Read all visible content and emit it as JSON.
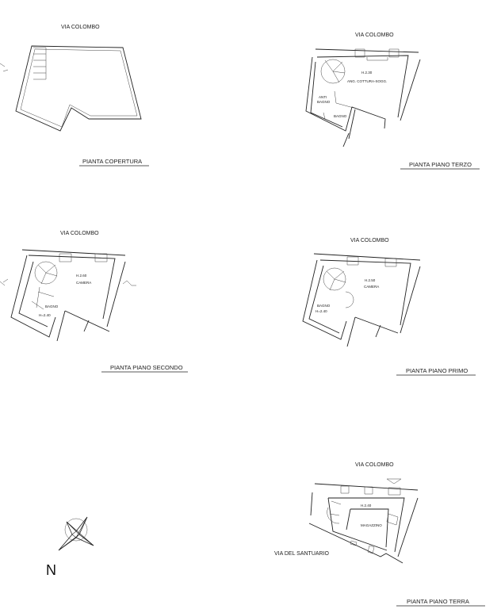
{
  "plans": {
    "copertura": {
      "street": "VIA COLOMBO",
      "title": "PIANTA COPERTURA"
    },
    "terzo": {
      "street": "VIA COLOMBO",
      "title": "PIANTA PIANO TERZO",
      "height": "H.2.30",
      "room": "ANG. COTTURA-SOGG.",
      "anti": "ANTI",
      "anti2": "BAGNO",
      "bagno": "BAGNO"
    },
    "secondo": {
      "street": "VIA COLOMBO",
      "title": "PIANTA PIANO SECONDO",
      "height": "H.2.60",
      "room": "CAMERA",
      "bagno": "BAGNO",
      "bagno_height": "H=2.40"
    },
    "primo": {
      "street": "VIA COLOMBO",
      "title": "PIANTA PIANO PRIMO",
      "height": "H.2.50",
      "room": "CAMERA",
      "bagno": "BAGNO",
      "bagno_height": "H=2.40"
    },
    "terra": {
      "street": "VIA COLOMBO",
      "street2": "VIA DEL SANTUARIO",
      "title": "PIANTA PIANO TERRA",
      "height": "H.2.40",
      "room": "MAGAZZINO"
    }
  },
  "compass": {
    "label": "N"
  }
}
